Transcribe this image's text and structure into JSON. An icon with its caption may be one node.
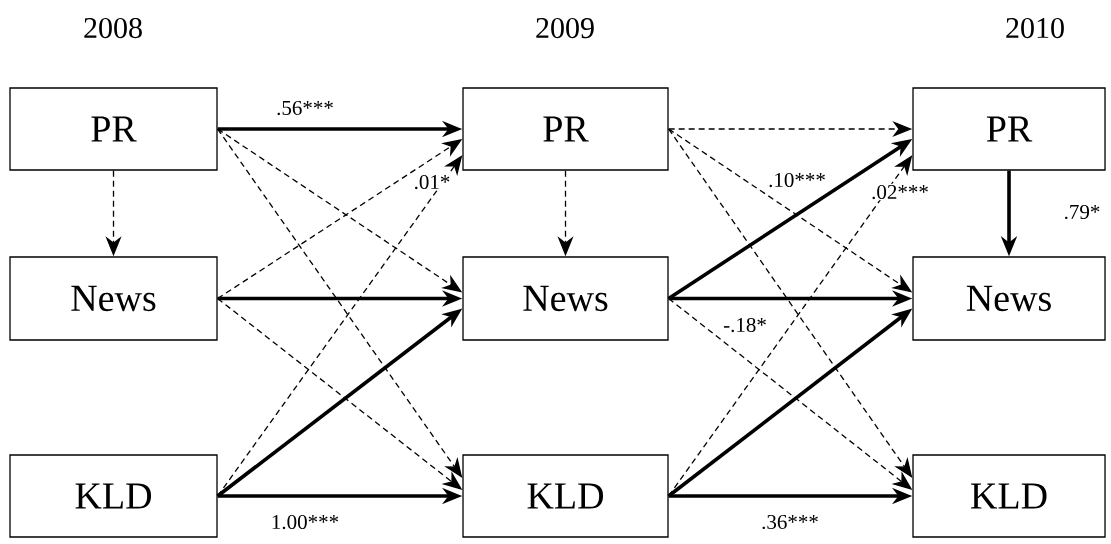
{
  "diagram": {
    "nodes": [
      {
        "text": [
          "PR"
        ]
      },
      {
        "text": [
          "News"
        ]
      },
      {
        "text": [
          "KLD"
        ]
      },
      {
        "text": [
          "PR"
        ]
      },
      {
        "text": [
          "News"
        ]
      },
      {
        "text": [
          "KLD"
        ]
      },
      {
        "text": [
          "PR"
        ]
      },
      {
        "text": [
          "News"
        ]
      },
      {
        "text": [
          "KLD"
        ]
      }
    ],
    "edges": [
      {
        "from": 0,
        "to": 3,
        "arrow": "to",
        "style": "thick",
        "label": ".56***"
      },
      {
        "from": 0,
        "to": 4,
        "arrow": "to",
        "style": "dashed"
      },
      {
        "from": 0,
        "to": 5,
        "arrow": "to",
        "style": "dashed"
      },
      {
        "from": 1,
        "to": 3,
        "arrow": "to",
        "style": "dashed"
      },
      {
        "from": 1,
        "to": 4,
        "arrow": "to",
        "style": "thick"
      },
      {
        "from": 1,
        "to": 5,
        "arrow": "to",
        "style": "dashed"
      },
      {
        "from": 2,
        "to": 3,
        "arrow": "to",
        "style": "dashed",
        "label": ".01*"
      },
      {
        "from": 2,
        "to": 4,
        "arrow": "to",
        "style": "thick"
      },
      {
        "from": 2,
        "to": 5,
        "arrow": "to",
        "style": "thick",
        "label": "1.00***"
      },
      {
        "from": 0,
        "to": 1,
        "arrow": "to",
        "style": "dashed"
      },
      {
        "from": 3,
        "to": 4,
        "arrow": "to",
        "style": "dashed"
      },
      {
        "from": 3,
        "to": 6,
        "arrow": "to",
        "style": "dashed"
      },
      {
        "from": 3,
        "to": 7,
        "arrow": "to",
        "style": "dashed"
      },
      {
        "from": 3,
        "to": 8,
        "arrow": "to",
        "style": "dashed"
      },
      {
        "from": 4,
        "to": 6,
        "arrow": "to",
        "style": "thick",
        "label": ".10***"
      },
      {
        "from": 4,
        "to": 7,
        "arrow": "to",
        "style": "thick"
      },
      {
        "from": 4,
        "to": 8,
        "arrow": "to",
        "style": "dashed",
        "label": "-.18*"
      },
      {
        "from": 5,
        "to": 6,
        "arrow": "to",
        "style": "dashed",
        "label": ".02***"
      },
      {
        "from": 5,
        "to": 7,
        "arrow": "to",
        "style": "thick"
      },
      {
        "from": 5,
        "to": 8,
        "arrow": "to",
        "style": "thick",
        "label": ".36***"
      },
      {
        "from": 6,
        "to": 7,
        "arrow": "to",
        "style": "thick",
        "label": ".79*"
      }
    ],
    "labels": [
      "2008",
      "2009",
      "2010"
    ]
  }
}
